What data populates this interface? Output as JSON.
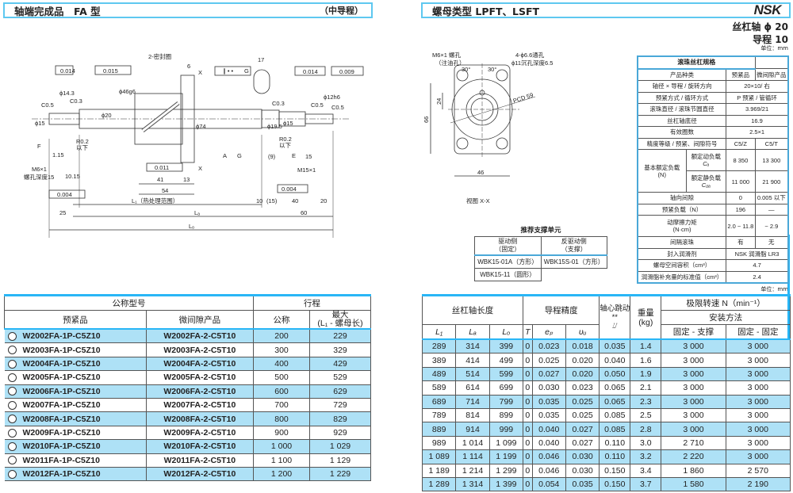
{
  "left_header": {
    "title": "轴端完成品　FA 型",
    "subtitle": "（中导程）"
  },
  "right_header": {
    "title": "螺母类型 LPFT、LSFT",
    "brand": "NSK"
  },
  "spec_summary": {
    "shaft": "丝杠轴 ϕ 20",
    "lead": "导程 10",
    "unit": "单位：mm",
    "unit2": "单位：mm"
  },
  "drawing": {
    "labels": {
      "seal": "2-密封圈",
      "runout1": "0.014",
      "runout2": "0.015",
      "datumA": "A",
      "c05": "C0.5",
      "c03": "C0.3",
      "d15": "ϕ15",
      "d14_3": "ϕ14.3",
      "d20": "ϕ20",
      "d46": "ϕ46g6",
      "d74": "ϕ74",
      "r02": "R0.2",
      "below": "以下",
      "d115": "1.15",
      "d1015": "10.15",
      "m6": "M6×1",
      "m6depth": "螺孔深度15",
      "perp": "0.011",
      "f": "F",
      "flat": "0.004",
      "six": "6",
      "x": "X",
      "seventeen": "17",
      "par": "∥ • •",
      "g": "G",
      "d195": "ϕ19.5",
      "d15b": "ϕ15",
      "e": "E",
      "runout3": "0.014",
      "runout4": "0.009",
      "d12": "ϕ12h6",
      "c03b": "C0.3",
      "c05b": "C0.5",
      "c05c": "C0.5",
      "r02b": "R0.2",
      "belowb": "以下",
      "m15": "M15×1",
      "fifteen": "15",
      "nine": "(9)",
      "flat2": "0.004",
      "dim41": "41",
      "dim13": "13",
      "dim54": "54",
      "dim25": "25",
      "dim10": "10",
      "dim15": "(15)",
      "dim40": "40",
      "dim20": "20",
      "dim60": "60",
      "l1": "L₁（热处理范围）",
      "lb": "Lₐ",
      "lo": "Lₒ"
    },
    "view": {
      "m6": "M6×1 螺孔",
      "oil": "（注油孔）",
      "holes": "4-ϕ6.6通孔",
      "cbore": "ϕ11沉孔深度6.5",
      "a1": "30°",
      "a2": "30°",
      "pcd": "PCD 59",
      "h24": "24",
      "h66": "66",
      "w46": "46",
      "caption": "视图 X-X"
    }
  },
  "spec_table": {
    "title": "滚珠丝杠规格",
    "rows": {
      "type": [
        "产品种类",
        "预紧品",
        "微间隙产品"
      ],
      "dia": [
        "轴径 × 导程 / 旋转方向",
        "20×10/ 右"
      ],
      "preload": [
        "预紧方式 / 循环方式",
        "P 预紧 / 管循环"
      ],
      "ball": [
        "滚珠直径 / 滚珠节圆直径",
        "3.969/21"
      ],
      "root": [
        "丝杠轴底径",
        "16.9"
      ],
      "turns": [
        "有效圈数",
        "2.5×1"
      ],
      "grade": [
        "精度等级 / 预紧、间隙符号",
        "C5/Z",
        "C5/T"
      ],
      "load_label": "基本额定负载",
      "load_unit": "(N)",
      "dyn": [
        "额定动负载",
        "Cₐ",
        "8 350",
        "13 300"
      ],
      "stat": [
        "额定静负载",
        "C₀ₐ",
        "11 000",
        "21 900"
      ],
      "clear": [
        "轴向间隙",
        "0",
        "0.005 以下"
      ],
      "pload": [
        "预紧负载（N）",
        "196",
        "—"
      ],
      "torque": [
        "动摩擦力矩",
        "(N·cm)",
        "2.0 ~ 11.8",
        "~ 2.9"
      ],
      "spacer": [
        "间隔滚珠",
        "有",
        "无"
      ],
      "lube": [
        "封入润滑剂",
        "NSK 润滑脂 LR3"
      ],
      "space": [
        "螺母空间容积（cm³）",
        "4.7"
      ],
      "grease": [
        "润滑脂补充量的标准值（cm³）",
        "2.4"
      ]
    }
  },
  "support": {
    "title": "推荐支撑单元",
    "drive": "驱动侧",
    "drive_sub": "（固定）",
    "idle": "反驱动侧",
    "idle_sub": "（支撑）",
    "drive_items": [
      "WBK15-01A（方形）",
      "WBK15-11（圆形）"
    ],
    "idle_items": [
      "WBK15S-01（方形）"
    ]
  },
  "left_table": {
    "h_model": "公称型号",
    "h_stroke": "行程",
    "h_pre": "预紧品",
    "h_micro": "微间隙产品",
    "h_nom": "公称",
    "h_max": "最大",
    "h_max2": "(L₁ - 螺母长)",
    "rows": [
      [
        "W2002FA-1P-C5Z10",
        "W2002FA-2-C5T10",
        "200",
        "229"
      ],
      [
        "W2003FA-1P-C5Z10",
        "W2003FA-2-C5T10",
        "300",
        "329"
      ],
      [
        "W2004FA-1P-C5Z10",
        "W2004FA-2-C5T10",
        "400",
        "429"
      ],
      [
        "W2005FA-1P-C5Z10",
        "W2005FA-2-C5T10",
        "500",
        "529"
      ],
      [
        "W2006FA-1P-C5Z10",
        "W2006FA-2-C5T10",
        "600",
        "629"
      ],
      [
        "W2007FA-1P-C5Z10",
        "W2007FA-2-C5T10",
        "700",
        "729"
      ],
      [
        "W2008FA-1P-C5Z10",
        "W2008FA-2-C5T10",
        "800",
        "829"
      ],
      [
        "W2009FA-1P-C5Z10",
        "W2009FA-2-C5T10",
        "900",
        "929"
      ],
      [
        "W2010FA-1P-C5Z10",
        "W2010FA-2-C5T10",
        "1 000",
        "1 029"
      ],
      [
        "W2011FA-1P-C5Z10",
        "W2011FA-2-C5T10",
        "1 100",
        "1 129"
      ],
      [
        "W2012FA-1P-C5Z10",
        "W2012FA-2-C5T10",
        "1 200",
        "1 229"
      ]
    ]
  },
  "right_table": {
    "h_len": "丝杠轴长度",
    "h_lead": "导程精度",
    "h_runout": "轴心跳动 **",
    "h_runout_sym": "⌰",
    "h_weight": "重量",
    "h_weight_unit": "(kg)",
    "h_speed": "极限转速 N（min⁻¹）",
    "h_mount": "安装方法",
    "cols": [
      "L₁",
      "Lₐ",
      "Lₒ",
      "T",
      "eₚ",
      "υᵤ"
    ],
    "h_fs": "固定 - 支撑",
    "h_ff": "固定 - 固定",
    "rows": [
      [
        "289",
        "314",
        "399",
        "0",
        "0.023",
        "0.018",
        "0.035",
        "1.4",
        "3 000",
        "3 000"
      ],
      [
        "389",
        "414",
        "499",
        "0",
        "0.025",
        "0.020",
        "0.040",
        "1.6",
        "3 000",
        "3 000"
      ],
      [
        "489",
        "514",
        "599",
        "0",
        "0.027",
        "0.020",
        "0.050",
        "1.9",
        "3 000",
        "3 000"
      ],
      [
        "589",
        "614",
        "699",
        "0",
        "0.030",
        "0.023",
        "0.065",
        "2.1",
        "3 000",
        "3 000"
      ],
      [
        "689",
        "714",
        "799",
        "0",
        "0.035",
        "0.025",
        "0.065",
        "2.3",
        "3 000",
        "3 000"
      ],
      [
        "789",
        "814",
        "899",
        "0",
        "0.035",
        "0.025",
        "0.085",
        "2.5",
        "3 000",
        "3 000"
      ],
      [
        "889",
        "914",
        "999",
        "0",
        "0.040",
        "0.027",
        "0.085",
        "2.8",
        "3 000",
        "3 000"
      ],
      [
        "989",
        "1 014",
        "1 099",
        "0",
        "0.040",
        "0.027",
        "0.110",
        "3.0",
        "2 710",
        "3 000"
      ],
      [
        "1 089",
        "1 114",
        "1 199",
        "0",
        "0.046",
        "0.030",
        "0.110",
        "3.2",
        "2 220",
        "3 000"
      ],
      [
        "1 189",
        "1 214",
        "1 299",
        "0",
        "0.046",
        "0.030",
        "0.150",
        "3.4",
        "1 860",
        "2 570"
      ],
      [
        "1 289",
        "1 314",
        "1 399",
        "0",
        "0.054",
        "0.035",
        "0.150",
        "3.7",
        "1 580",
        "2 190"
      ]
    ]
  },
  "colors": {
    "accent": "#29b6f6",
    "row_highlight": "#aee1f6"
  }
}
